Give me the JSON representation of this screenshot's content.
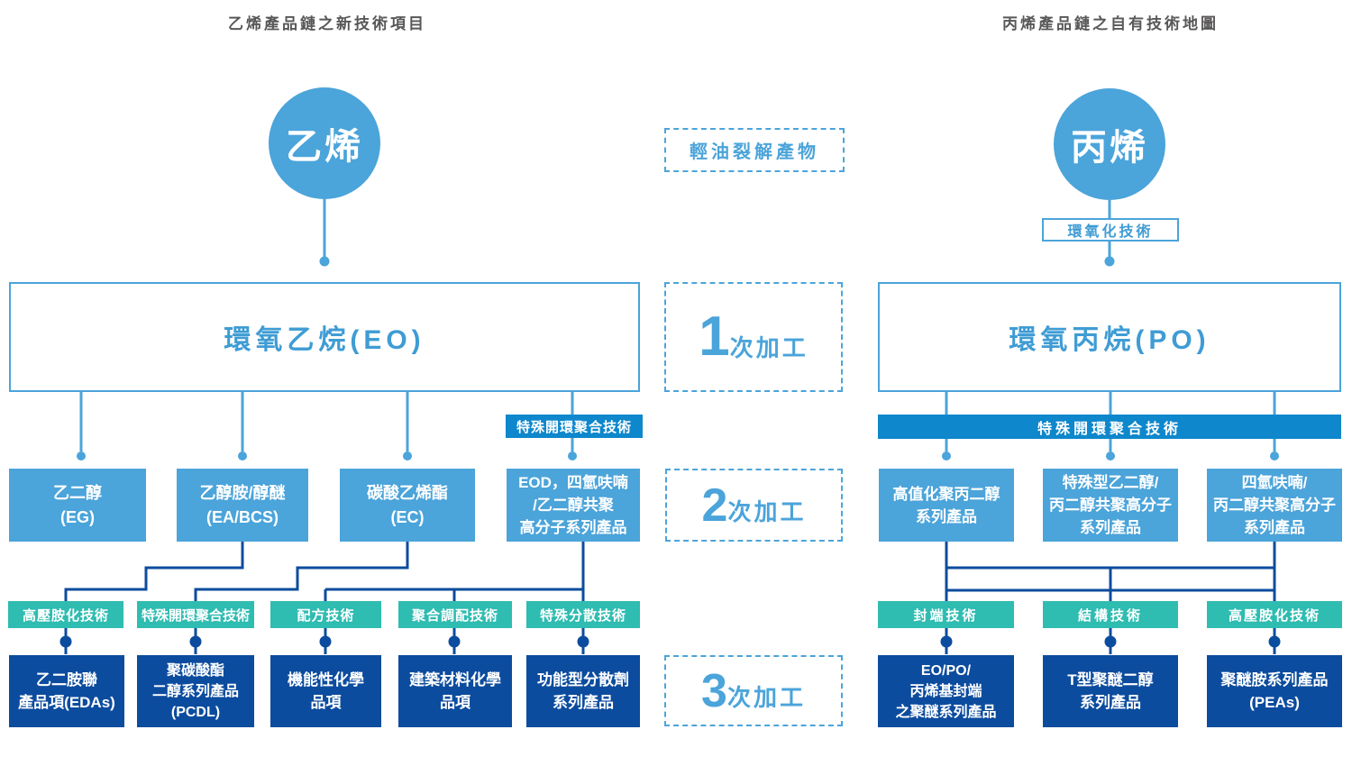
{
  "titles": {
    "left": "乙烯產品鏈之新技術項目",
    "right": "丙烯產品鏈之自有技術地圖"
  },
  "center": {
    "feedstock_label": "輕油裂解產物",
    "stages": [
      {
        "num": "1",
        "suffix": "次加工"
      },
      {
        "num": "2",
        "suffix": "次加工"
      },
      {
        "num": "3",
        "suffix": "次加工"
      }
    ]
  },
  "left_chain": {
    "source": "乙烯",
    "primary": "環氧乙烷(EO)",
    "ring_tech_label": "特殊開環聚合技術",
    "secondary": [
      "乙二醇\n(EG)",
      "乙醇胺/醇醚\n(EA/BCS)",
      "碳酸乙烯酯\n(EC)",
      "EOD，四氫呋喃\n/乙二醇共聚\n高分子系列產品"
    ],
    "technologies": [
      "高壓胺化技術",
      "特殊開環聚合技術",
      "配方技術",
      "聚合調配技術",
      "特殊分散技術"
    ],
    "tertiary": [
      "乙二胺聯\n產品項(EDAs)",
      "聚碳酸酯\n二醇系列產品\n(PCDL)",
      "機能性化學\n品項",
      "建築材料化學\n品項",
      "功能型分散劑\n系列產品"
    ]
  },
  "right_chain": {
    "source": "丙烯",
    "epoxidation_label": "環氧化技術",
    "ring_tech_label": "特殊開環聚合技術",
    "primary": "環氧丙烷(PO)",
    "secondary": [
      "高值化聚丙二醇\n系列產品",
      "特殊型乙二醇/\n丙二醇共聚高分子\n系列產品",
      "四氫呋喃/\n丙二醇共聚高分子\n系列產品"
    ],
    "technologies": [
      "封端技術",
      "結構技術",
      "高壓胺化技術"
    ],
    "tertiary": [
      "EO/PO/\n丙烯基封端\n之聚醚系列產品",
      "T型聚醚二醇\n系列產品",
      "聚醚胺系列產品\n(PEAs)"
    ]
  },
  "colors": {
    "light_blue": "#4BA4DA",
    "mid_blue": "#0E87CC",
    "navy": "#0C4C9E",
    "teal": "#2FBCB1",
    "text_blue": "#3F9CD4",
    "title_gray": "#595757"
  }
}
